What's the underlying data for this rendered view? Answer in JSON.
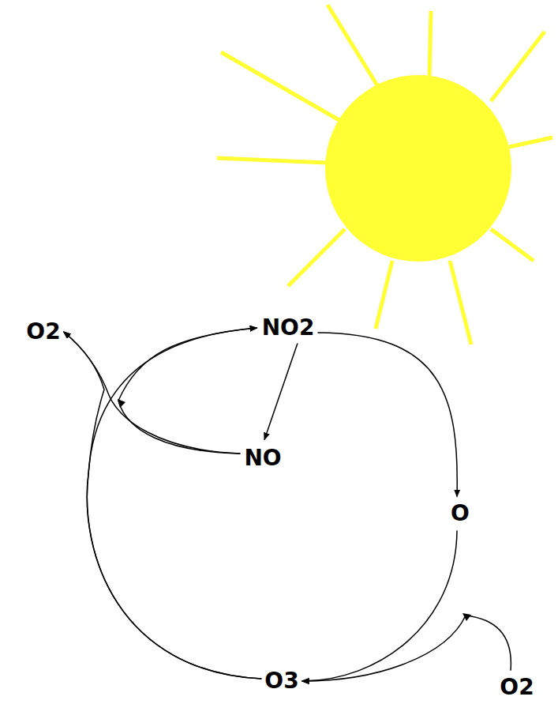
{
  "diagram": {
    "nodes": [
      {
        "text": [
          "O2"
        ]
      },
      {
        "text": [
          "NO2"
        ]
      },
      {
        "text": [
          "NO"
        ]
      },
      {
        "text": [
          "O"
        ]
      },
      {
        "text": [
          "O3"
        ]
      },
      {
        "text": [
          "O2"
        ]
      }
    ],
    "edges": [
      {
        "from": 1,
        "to": 3,
        "arrow": "to"
      },
      {
        "from": 1,
        "to": 2,
        "arrow": "to"
      },
      {
        "from": 3,
        "to": 4,
        "arrow": "to"
      },
      {
        "from": 5,
        "to": 4,
        "arrow": "to"
      },
      {
        "from": 4,
        "to": 1,
        "arrow": "to"
      },
      {
        "from": 2,
        "to": 1,
        "arrow": "to"
      },
      {
        "from": 4,
        "to": 0,
        "arrow": "to"
      },
      {
        "from": 2,
        "to": 0,
        "arrow": "to"
      }
    ]
  }
}
